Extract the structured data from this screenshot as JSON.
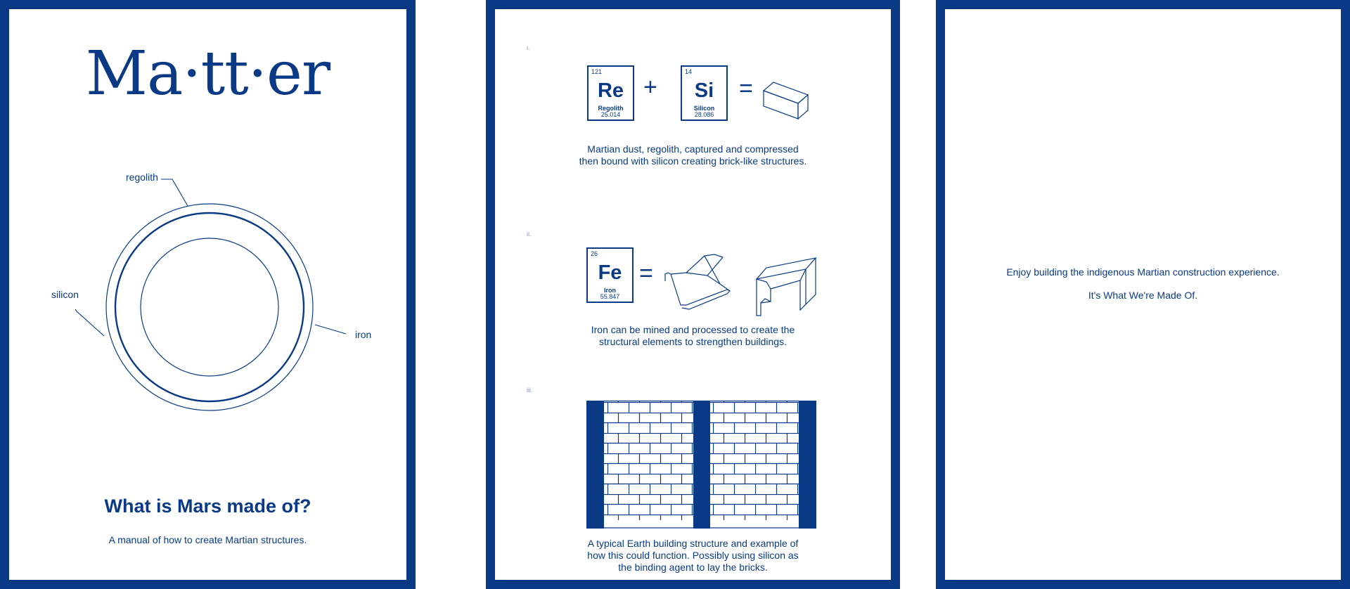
{
  "colors": {
    "brand_blue": "#0a3a86",
    "page": "#ffffff"
  },
  "page1": {
    "title": "Ma·tt·er",
    "labels": {
      "regolith": "regolith",
      "silicon": "silicon",
      "iron": "iron"
    },
    "question": "What is Mars made of?",
    "subtitle": "A manual of how to create Martian structures."
  },
  "page2": {
    "sections": [
      {
        "numeral": "i.",
        "elements": [
          {
            "number": "121",
            "symbol": "Re",
            "name": "Regolith",
            "weight": "25.014"
          },
          {
            "number": "14",
            "symbol": "Si",
            "name": "Silicon",
            "weight": "28.086"
          }
        ],
        "operators": [
          "+",
          "="
        ],
        "caption_lines": [
          "Martian dust, regolith, captured and compressed",
          "then bound with silicon creating brick-like structures."
        ]
      },
      {
        "numeral": "ii.",
        "elements": [
          {
            "number": "26",
            "symbol": "Fe",
            "name": "Iron",
            "weight": "55.847"
          }
        ],
        "operators": [
          "="
        ],
        "caption_lines": [
          "Iron can be mined and processed to create the",
          "structural elements to strengthen buildings."
        ]
      },
      {
        "numeral": "iii.",
        "caption_lines": [
          "A typical Earth building structure and example of",
          "how this could function. Possibly using silicon as",
          "the binding agent to lay the bricks."
        ]
      }
    ]
  },
  "page3": {
    "line1": "Enjoy building the indigenous Martian construction experience.",
    "line2": "It's What We're Made Of."
  }
}
